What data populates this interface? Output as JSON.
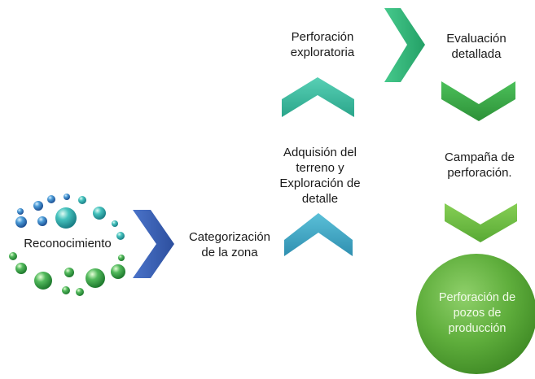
{
  "diagram": {
    "steps": {
      "reconocimiento": "Reconocimiento",
      "categorizacion": "Categorización de la zona",
      "adquisicion": "Adquisión del terreno y Exploración de detalle",
      "perforacion_exploratoria": "Perforación exploratoria",
      "evaluacion": "Evaluación detallada",
      "campana": "Campaña de perforación.",
      "pozos": "Perforación de pozos de producción"
    },
    "arrows": [
      {
        "name": "arrow-right-1",
        "direction": "right",
        "color": "#3d63b8"
      },
      {
        "name": "arrow-up-1",
        "direction": "up",
        "color": "#3fa6c4"
      },
      {
        "name": "arrow-up-2",
        "direction": "up",
        "color": "#36bfa5"
      },
      {
        "name": "arrow-right-2",
        "direction": "right",
        "color": "#2fb67a"
      },
      {
        "name": "arrow-down-1",
        "direction": "down",
        "color": "#39ab4c"
      },
      {
        "name": "arrow-down-2",
        "direction": "down",
        "color": "#6cbd45"
      }
    ],
    "colors": {
      "bubble_blue": "#2a6bb8",
      "bubble_teal": "#2bb3b0",
      "bubble_green": "#3aa84a",
      "circle_fill": "#5fae3c",
      "circle_text": "#f2fbe9"
    }
  }
}
